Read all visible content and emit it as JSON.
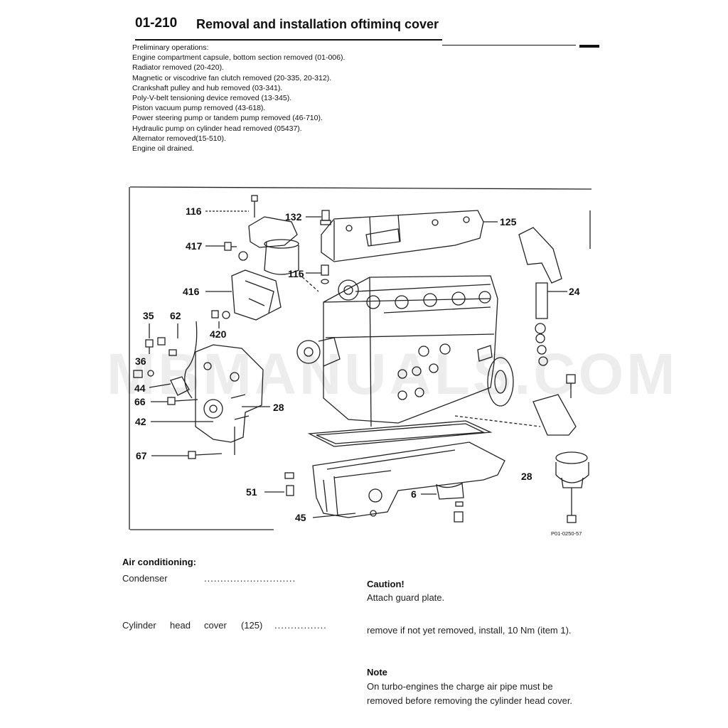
{
  "header": {
    "section_number": "01-210",
    "title": "Removal and installation oftiminq cover"
  },
  "preliminary": {
    "heading": "Preliminary operations:",
    "items": [
      "Engine compartment capsule, bottom section removed (01-006).",
      "Radiator removed (20-420).",
      "Magnetic or viscodrive fan clutch removed (20-335, 20-312).",
      "Crankshaft pulley and hub removed (03-341).",
      "Poly-V-belt tensioning device removed (13-345).",
      "Piston vacuum pump removed (43-618).",
      "Power steering pump or tandem pump removed (46-710).",
      "Hydraulic pump on cylinder head removed (05437).",
      "Alternator removed(15-510).",
      "Engine oil drained."
    ]
  },
  "figure": {
    "id": "P01-0250-57",
    "watermark": "MBMANUALS.COM",
    "callouts": {
      "c116": "116",
      "c132": "132",
      "c125": "125",
      "c417": "417",
      "c115": "115",
      "c416": "416",
      "c24": "24",
      "c35": "35",
      "c62": "62",
      "c420": "420",
      "c36": "36",
      "c44": "44",
      "c66": "66",
      "c28a": "28",
      "c42": "42",
      "c67": "67",
      "c28b": "28",
      "c51": "51",
      "c6": "6",
      "c45": "45"
    }
  },
  "air_conditioning": {
    "heading": "Air conditioning:",
    "condenser_label": "Condenser",
    "condenser_dots": "............................",
    "caution_heading": "Caution!",
    "caution_text": "Attach guard plate.",
    "cyl_head_label_1": "Cylinder",
    "cyl_head_label_2": "head",
    "cyl_head_label_3": "cover",
    "cyl_head_label_4": "(125)",
    "cyl_head_dots": "................",
    "cyl_head_text": "remove if not yet removed, install, 10 Nm (item 1).",
    "note_heading": "Note",
    "note_text": "On turbo-engines the charge air pipe must be removed before removing the cylinder head cover."
  }
}
